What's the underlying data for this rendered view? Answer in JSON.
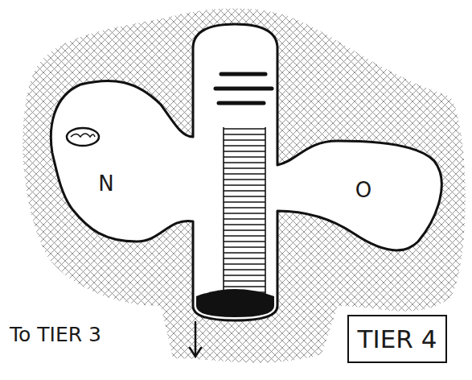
{
  "diagram": {
    "nodes": [
      {
        "text": [
          "N"
        ]
      },
      {
        "text": [
          "O"
        ]
      },
      {
        "text": [
          "TIER 4"
        ]
      }
    ],
    "edges": [],
    "labels": [
      "To TIER 3"
    ]
  }
}
